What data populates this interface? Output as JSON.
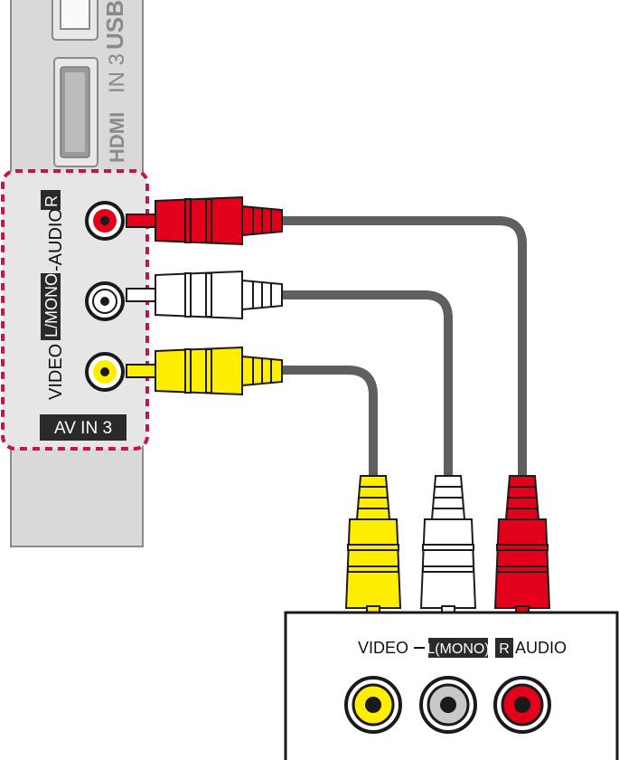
{
  "tv_panel": {
    "usb_label": "USB",
    "hdmi_logo": "HDMI",
    "hdmi_label": "IN 3",
    "av_port_label": {
      "video": "VIDEO",
      "l_mono": "L/MONO",
      "audio": "-AUDIO-",
      "r": "R"
    },
    "av_in_label": "AV IN 3"
  },
  "device": {
    "video_label": "VIDEO",
    "l_mono_label": "L(MONO)",
    "r_label": "R",
    "audio_label": "AUDIO"
  },
  "colors": {
    "red": "#e3001b",
    "white": "#ffffff",
    "yellow": "#ffee00",
    "cable": "#5f5f5f",
    "panel": "#d9d9d9",
    "dashed_border": "#c4144e",
    "label_bg": "#2a2a2a"
  },
  "icons": [
    "usb-port-icon",
    "hdmi-port-icon",
    "rca-jack-icon",
    "rca-plug-icon"
  ]
}
